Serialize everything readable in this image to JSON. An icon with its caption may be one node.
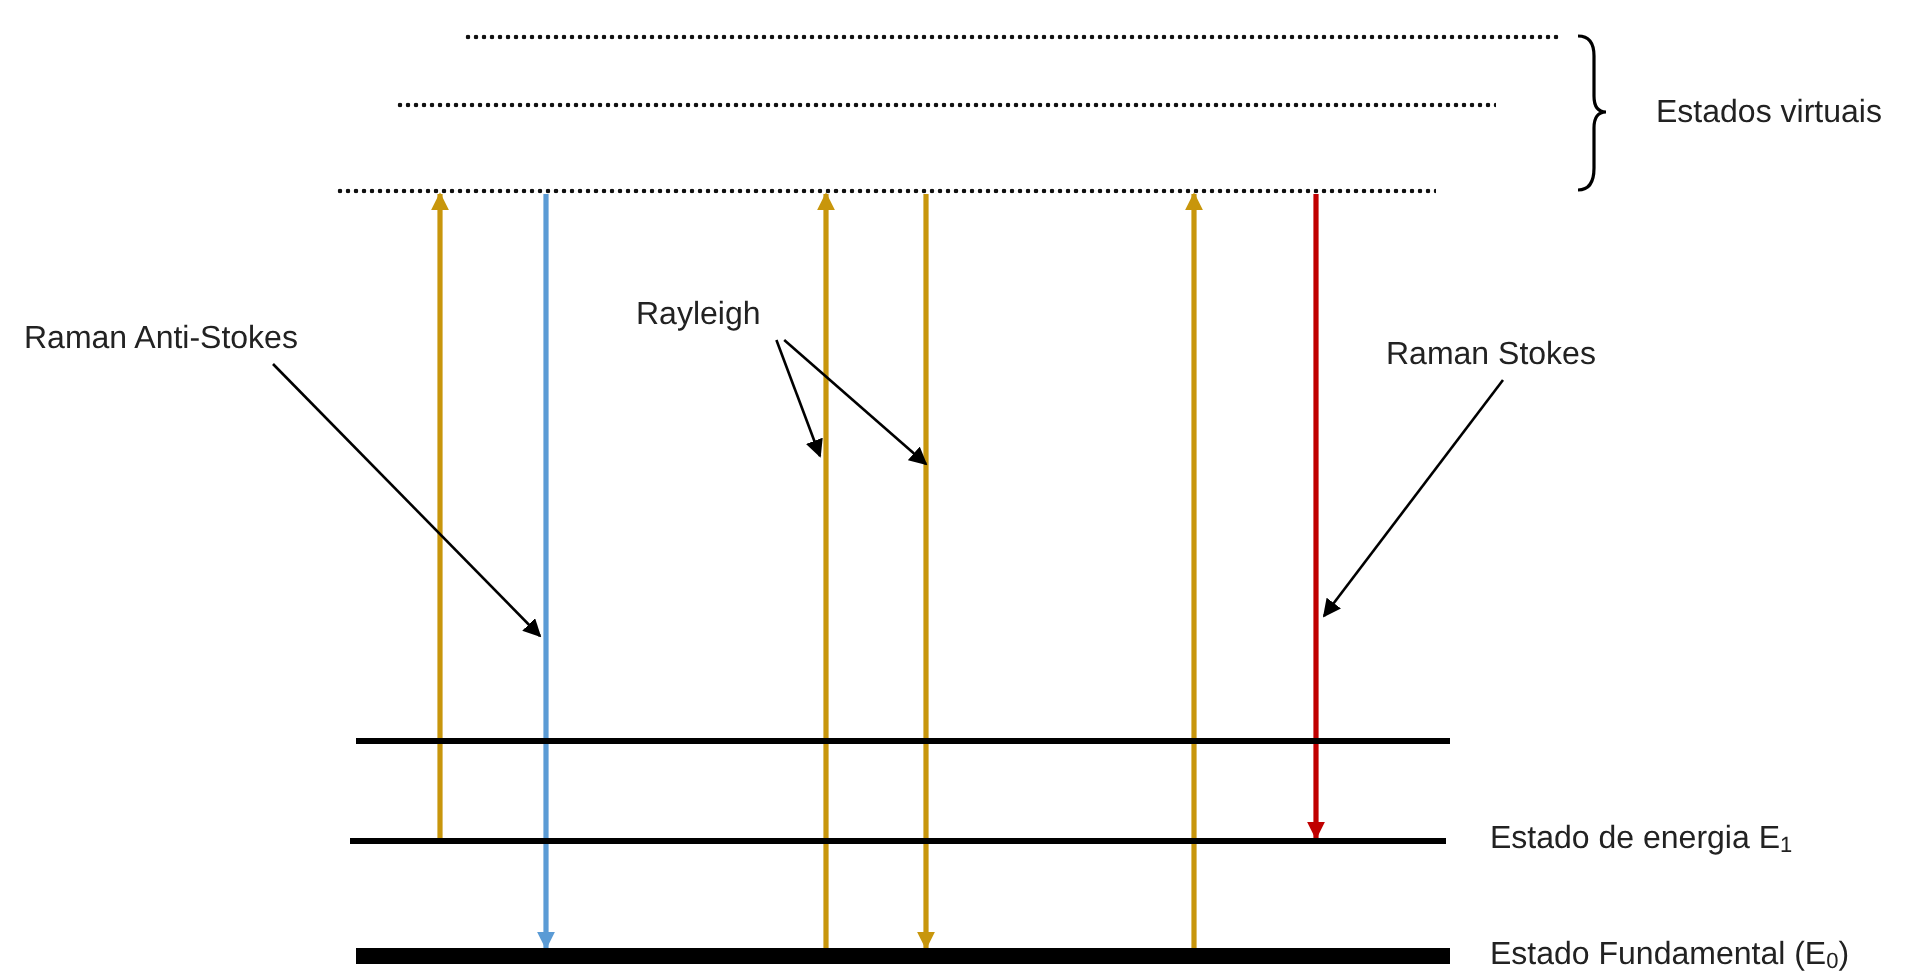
{
  "diagram": {
    "nodes": [
      {
        "text": [],
        "shape": "bar"
      },
      {
        "text": [],
        "shape": "bar"
      },
      {
        "text": [],
        "shape": "bar"
      },
      {
        "text": [],
        "shape": "bar"
      },
      {
        "text": [],
        "shape": "bar",
        "beside": [
          "Estado de energia E$_{1}$"
        ]
      },
      {
        "text": [],
        "shape": "bar",
        "beside": [
          "Estado Fundamental (E$_{0}$)"
        ]
      },
      {
        "text": [
          "Raman Anti-Stokes"
        ]
      },
      {
        "text": [
          "Rayleigh"
        ]
      },
      {
        "text": [
          "Raman Stokes"
        ]
      }
    ],
    "edges": [
      {
        "from": 4,
        "to": 2,
        "arrow": "to",
        "color": "#c8960c"
      },
      {
        "from": 2,
        "to": 5,
        "arrow": "to",
        "color": "#5b9bd5"
      },
      {
        "from": 5,
        "to": 2,
        "arrow": "to",
        "color": "#c8960c"
      },
      {
        "from": 2,
        "to": 5,
        "arrow": "to",
        "color": "#c8960c"
      },
      {
        "from": 5,
        "to": 2,
        "arrow": "to",
        "color": "#c8960c"
      },
      {
        "from": 2,
        "to": 4,
        "arrow": "to",
        "color": "#c00000"
      },
      {
        "from": 6,
        "to": null,
        "arrow": "to",
        "color": "#000000"
      },
      {
        "from": 7,
        "to": null,
        "arrow": "to",
        "color": "#000000"
      },
      {
        "from": 7,
        "to": null,
        "arrow": "to",
        "color": "#000000"
      },
      {
        "from": 8,
        "to": null,
        "arrow": "to",
        "color": "#000000"
      }
    ],
    "labels": [
      "Estados virtuais"
    ]
  }
}
